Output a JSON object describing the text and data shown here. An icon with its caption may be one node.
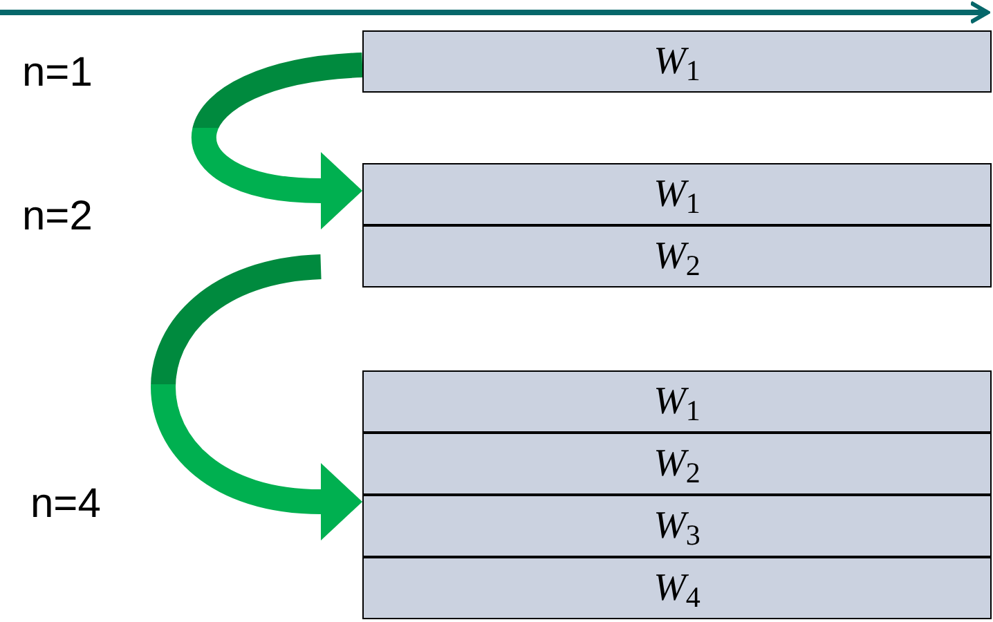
{
  "diagram": {
    "nodes": [
      {
        "text": [
          "*W*$_{1}$"
        ]
      },
      {
        "text": [
          "*W*$_{1}$"
        ]
      },
      {
        "text": [
          "*W*$_{2}$"
        ]
      },
      {
        "text": [
          "*W*$_{1}$"
        ]
      },
      {
        "text": [
          "*W*$_{2}$"
        ]
      },
      {
        "text": [
          "*W*$_{3}$"
        ]
      },
      {
        "text": [
          "*W*$_{4}$"
        ]
      }
    ],
    "edges": [
      {
        "from": 0,
        "to": 1,
        "arrow": "to"
      },
      {
        "from": 2,
        "to": 5,
        "arrow": "to"
      }
    ],
    "labels": [
      "n=1",
      "n=2",
      "n=4"
    ]
  }
}
